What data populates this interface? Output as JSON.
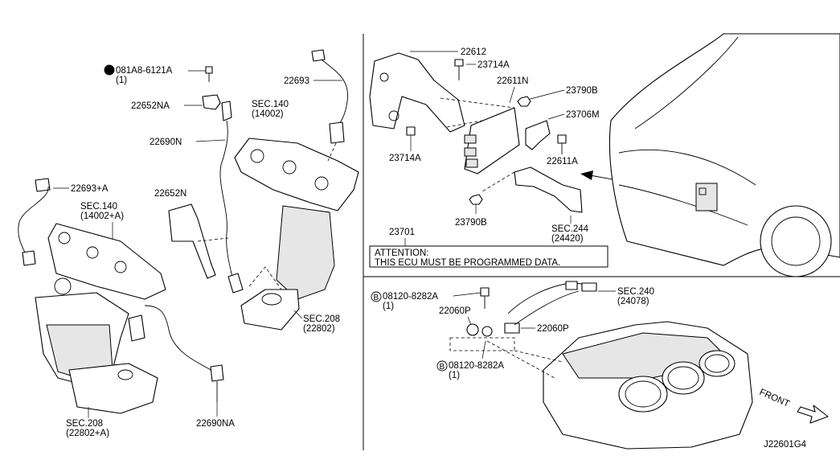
{
  "labels": {
    "bolt_081a8_code": "081A8-6121A",
    "bolt_081a8_qty": "(1)",
    "part_22652na": "22652NA",
    "part_22690n": "22690N",
    "sec140_a_code": "SEC.140",
    "sec140_a_ref": "(14002)",
    "part_22693": "22693",
    "part_22693a": "22693+A",
    "sec140_b_code": "SEC.140",
    "sec140_b_ref": "(14002+A)",
    "part_22652n": "22652N",
    "sec208_a_code": "SEC.208",
    "sec208_a_ref": "(22802)",
    "sec208_b_code": "SEC.208",
    "sec208_b_ref": "(22802+A)",
    "part_22690na": "22690NA",
    "part_22612": "22612",
    "part_23714a_top": "23714A",
    "part_22611n": "22611N",
    "part_23790b_top": "23790B",
    "part_23706m": "23706M",
    "part_23714a_left": "23714A",
    "part_22611a": "22611A",
    "part_23790b_bottom": "23790B",
    "sec244_code": "SEC.244",
    "sec244_ref": "(24420)",
    "part_23701": "23701",
    "attention_title": "ATTENTION:",
    "attention_body": "THIS ECU MUST BE PROGRAMMED DATA.",
    "bolt_08120_top_code": "08120-8282A",
    "bolt_08120_top_qty": "(1)",
    "part_22060p_a": "22060P",
    "part_22060p_b": "22060P",
    "sec240_code": "SEC.240",
    "sec240_ref": "(24078)",
    "bolt_08120_bottom_code": "08120-8282A",
    "bolt_08120_bottom_qty": "(1)",
    "circled_b": "B",
    "front_label": "FRONT",
    "diagram_id": "J22601G4"
  }
}
